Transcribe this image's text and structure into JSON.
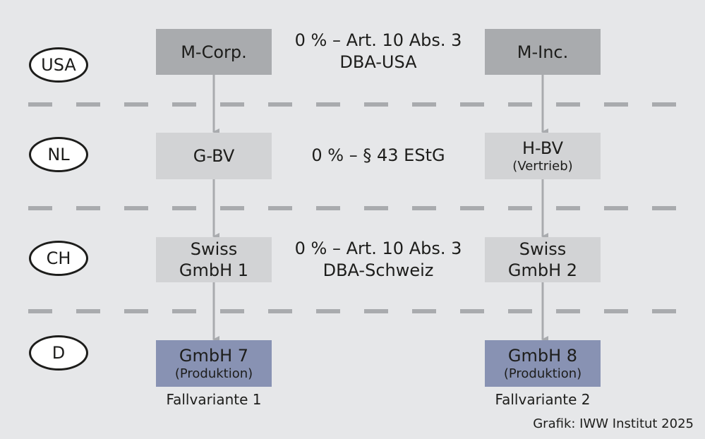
{
  "countries": [
    "USA",
    "NL",
    "CH",
    "D"
  ],
  "entities": {
    "m_corp": {
      "name": "M-Corp."
    },
    "m_inc": {
      "name": "M-Inc."
    },
    "g_bv": {
      "name": "G-BV"
    },
    "h_bv": {
      "name": "H-BV",
      "sub": "(Vertrieb)"
    },
    "swiss1": {
      "line1": "Swiss",
      "line2": "GmbH 1"
    },
    "swiss2": {
      "line1": "Swiss",
      "line2": "GmbH 2"
    },
    "gmbh7": {
      "name": "GmbH 7",
      "sub": "(Produktion)"
    },
    "gmbh8": {
      "name": "GmbH 8",
      "sub": "(Produktion)"
    }
  },
  "notes": {
    "usa": {
      "line1": "0 % – Art. 10 Abs. 3",
      "line2": "DBA-USA"
    },
    "nl": {
      "line1": "0 % – § 43 EStG"
    },
    "ch": {
      "line1": "0 % – Art. 10 Abs. 3",
      "line2": "DBA-Schweiz"
    }
  },
  "captions": {
    "variant1": "Fallvariante 1",
    "variant2": "Fallvariante 2"
  },
  "credit": "Grafik: IWW Institut 2025",
  "colors": {
    "background": "#e6e7e9",
    "box_dark": "#a9abae",
    "box_light": "#d2d3d5",
    "box_blue": "#8892b3",
    "lines": "#a9abae"
  }
}
